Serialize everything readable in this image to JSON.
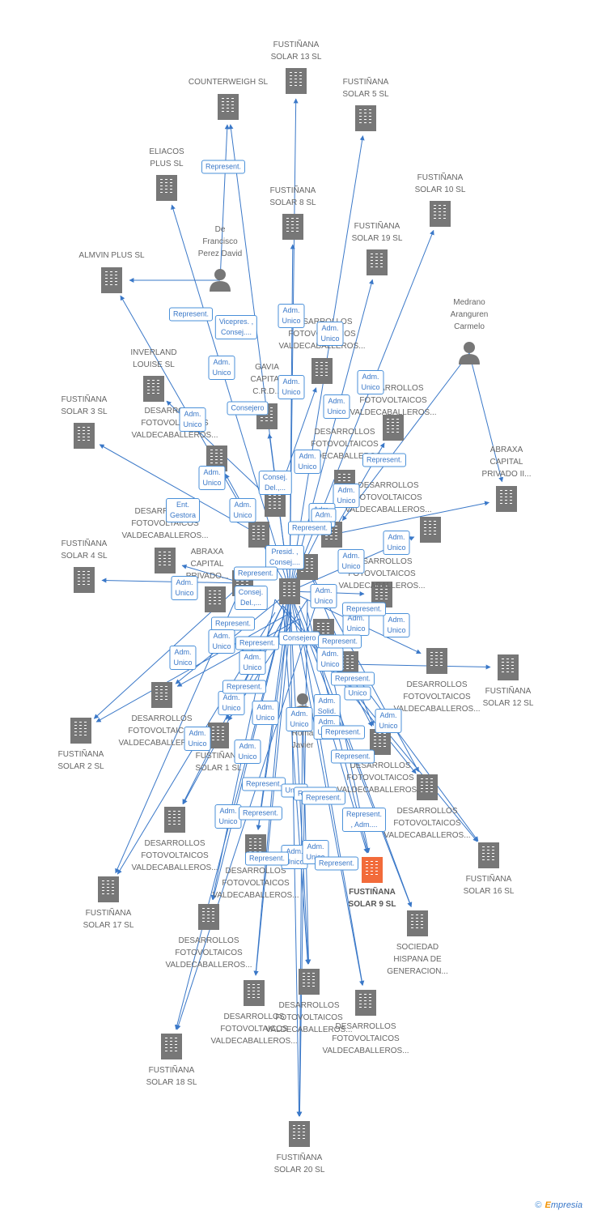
{
  "colors": {
    "company": "#777777",
    "highlight": "#f26b3a",
    "person": "#777777",
    "edge": "#3a78c8"
  },
  "nodes": [
    {
      "id": "n13",
      "label": "FUSTIÑANA\nSOLAR 13 SL",
      "kind": "company"
    },
    {
      "id": "counter",
      "label": "COUNTERWEIGH SL",
      "kind": "company"
    },
    {
      "id": "n5",
      "label": "FUSTIÑANA\nSOLAR 5 SL",
      "kind": "company"
    },
    {
      "id": "eliacos",
      "label": "ELIACOS\nPLUS SL",
      "kind": "company"
    },
    {
      "id": "n8",
      "label": "FUSTIÑANA\nSOLAR 8 SL",
      "kind": "company"
    },
    {
      "id": "n10",
      "label": "FUSTIÑANA\nSOLAR 10 SL",
      "kind": "company"
    },
    {
      "id": "n19",
      "label": "FUSTIÑANA\nSOLAR 19 SL",
      "kind": "company"
    },
    {
      "id": "almvin",
      "label": "ALMVIN PLUS SL",
      "kind": "company"
    },
    {
      "id": "inverland",
      "label": "INVERLAND\nLOUISE SL",
      "kind": "company"
    },
    {
      "id": "n3",
      "label": "FUSTIÑANA\nSOLAR 3 SL",
      "kind": "company"
    },
    {
      "id": "n4",
      "label": "FUSTIÑANA\nSOLAR 4 SL",
      "kind": "company"
    },
    {
      "id": "n2",
      "label": "FUSTIÑANA\nSOLAR 2 SL",
      "kind": "company"
    },
    {
      "id": "n17",
      "label": "FUSTIÑANA\nSOLAR 17 SL",
      "kind": "company"
    },
    {
      "id": "n18",
      "label": "FUSTIÑANA\nSOLAR 18 SL",
      "kind": "company"
    },
    {
      "id": "n20",
      "label": "FUSTIÑANA\nSOLAR 20 SL",
      "kind": "company"
    },
    {
      "id": "n16",
      "label": "FUSTIÑANA\nSOLAR 16 SL",
      "kind": "company"
    },
    {
      "id": "n12",
      "label": "FUSTIÑANA\nSOLAR 12 SL",
      "kind": "company"
    },
    {
      "id": "n9",
      "label": "FUSTIÑANA\nSOLAR 9 SL",
      "kind": "highlight"
    },
    {
      "id": "n1",
      "label": "FUSTIÑANA\nSOLAR 1 SL",
      "kind": "company"
    },
    {
      "id": "abraxa2",
      "label": "ABRAXA\nCAPITAL\nPRIVADO II...",
      "kind": "company"
    },
    {
      "id": "abraxa",
      "label": "ABRAXA\nCAPITAL\nPRIVADO...",
      "kind": "company"
    },
    {
      "id": "gavia",
      "label": "GAVIA\nCAPITAL\nC.R.D...",
      "kind": "company"
    },
    {
      "id": "sociedad",
      "label": "SOCIEDAD\nHISPANA DE\nGENERACION...",
      "kind": "company"
    },
    {
      "id": "d1",
      "label": "DESARROLLOS\nFOTOVOLTAICOS\nVALDECABALLEROS...",
      "kind": "company"
    },
    {
      "id": "d2",
      "label": "DESARROLLOS\nFOTOVOLTAICOS\nVALDECABALLEROS...",
      "kind": "company"
    },
    {
      "id": "d3",
      "label": "DESARROLLOS\nFOTOVOLTAICOS\nVALDECABALLEROS...",
      "kind": "company"
    },
    {
      "id": "d4",
      "label": "DESARROLLOS\nFOTOVOLTAICOS\nVALDECABALLEROS...",
      "kind": "company"
    },
    {
      "id": "d5",
      "label": "DESARROLLOS\nFOTOVOLTAICOS\nVALDECABALLEROS...",
      "kind": "company"
    },
    {
      "id": "d6",
      "label": "DESARROLLOS\nFOTOVOLTAICOS\nVALDECABALLEROS...",
      "kind": "company"
    },
    {
      "id": "d7",
      "label": "DESARROLLOS\nFOTOVOLTAICOS\nVALDECABALLEROS...",
      "kind": "company"
    },
    {
      "id": "d8",
      "label": "DESARROLLOS\nFOTOVOLTAICOS\nVALDECABALLEROS...",
      "kind": "company"
    },
    {
      "id": "d9",
      "label": "DESARROLLOS\nFOTOVOLTAICOS\nVALDECABALLEROS...",
      "kind": "company"
    },
    {
      "id": "d10",
      "label": "DESARROLLOS\nFOTOVOLTAICOS\nVALDECABALLEROS...",
      "kind": "company"
    },
    {
      "id": "d11",
      "label": "DESARROLLOS\nFOTOVOLTAICOS\nVALDECABALLEROS...",
      "kind": "company"
    },
    {
      "id": "d12",
      "label": "DESARROLLOS\nFOTOVOLTAICOS\nVALDECABALLEROS...",
      "kind": "company"
    },
    {
      "id": "d13",
      "label": "DESARROLLOS\nFOTOVOLTAICOS\nVALDECABALLEROS...",
      "kind": "company"
    },
    {
      "id": "d14",
      "label": "DESARROLLOS\nFOTOVOLTAICOS\nVALDECABALLEROS...",
      "kind": "company"
    },
    {
      "id": "d15",
      "label": "DESARROLLOS\nFOTOVOLTAICOS\nVALDECABALLEROS...",
      "kind": "company"
    },
    {
      "id": "d16",
      "label": "DESARROLLOS\nFOTOVOLTAICOS\nVALDECABALLEROS...",
      "kind": "company"
    },
    {
      "id": "d17",
      "label": "DESARROLLOS\nFOTOVOLTAICOS\nVALDECABALLEROS...",
      "kind": "company"
    },
    {
      "id": "p_de",
      "label": "De\nFrancisco\nPerez David",
      "kind": "person"
    },
    {
      "id": "p_medrano",
      "label": "Medrano\nAranguren\nCarmelo",
      "kind": "person"
    },
    {
      "id": "p_javier",
      "label": "Roma\nJavier",
      "kind": "person"
    },
    {
      "id": "hub1",
      "label": "",
      "kind": "company"
    },
    {
      "id": "hub2",
      "label": "",
      "kind": "company"
    },
    {
      "id": "hub3",
      "label": "",
      "kind": "company"
    },
    {
      "id": "hub4",
      "label": "",
      "kind": "company"
    },
    {
      "id": "hub5",
      "label": "",
      "kind": "company"
    },
    {
      "id": "hub6",
      "label": "",
      "kind": "company"
    },
    {
      "id": "hub7",
      "label": "",
      "kind": "company"
    },
    {
      "id": "hub8",
      "label": "",
      "kind": "company"
    }
  ],
  "edge_labels": [
    "Represent.",
    "Represent.",
    "Vicepres. ,\nConsej....",
    "Adm.\nUnico",
    "Adm.\nUnico",
    "Adm.\nUnico",
    "Adm.\nUnico",
    "Adm.\nUnico",
    "Consejero",
    "Adm.\nUnico",
    "Adm.\nUnico",
    "Adm.\nUnico",
    "Represent.",
    "Adm.\nUnico",
    "Consej.\nDel.,...",
    "Ent.\nGestora",
    "Adm.\nUnico",
    "Adm.\nUnico",
    "Adm.\nUnico",
    "Adm.\nUnico",
    "Adm.",
    "Represent.",
    "Presid. ,\nConsej....",
    "Adm.\nUnico",
    "Adm.\nUnico",
    "Represent.",
    "Adm.\nUnico",
    "Consej.\nDel.,...",
    "Adm.\nUnico",
    "Represent.",
    "Adm.\nUnico",
    "Adm.\nUnico",
    "Represent.",
    "Adm.\nUnico",
    "Adm.\nUnico",
    "Consejero",
    "Adm.\nUnico",
    "Represent.",
    "Represent.",
    "Adm.\nUnico",
    "Represent.",
    "Unico",
    "Adm.\nUnico",
    "Represent.",
    "Adm.\nSolid.",
    "Represent.",
    "Adm.\nUnico",
    "Adm.\nUnico",
    "Adm.\nUnico",
    "Adm.\nUnico",
    "Represent.",
    "Adm.\nUnico",
    "Represent.",
    "Unico",
    "Adm.\nUnico",
    "Represent.",
    "Adm.\nUnico",
    "Represent.\n, Adm....",
    "Represent.",
    "Adm.\nUnico",
    "Represent.",
    "Represent.",
    "Represent."
  ],
  "footer": {
    "copyright": "©",
    "brand_e": "E",
    "brand_rest": "mpresia"
  }
}
